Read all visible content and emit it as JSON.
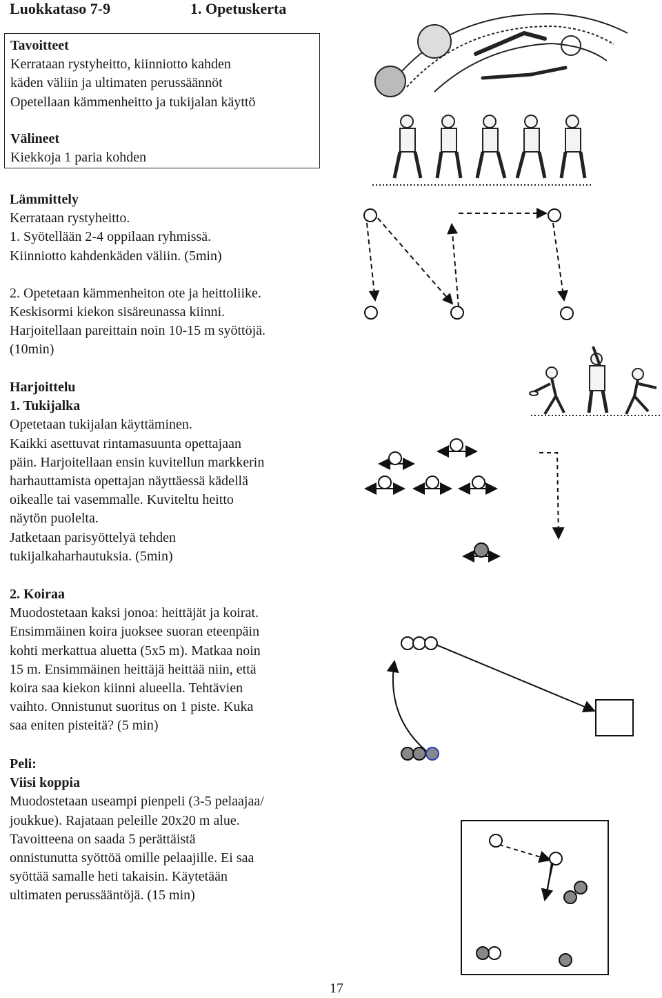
{
  "header": {
    "grade": "Luokkataso 7-9",
    "session": "1. Opetuskerta"
  },
  "goals_box": {
    "title": "Tavoitteet",
    "lines": [
      "Kerrataan rystyheitto, kiinniotto kahden",
      "käden väliin ja ultimaten perussäännöt",
      "Opetellaan kämmenheitto ja tukijalan käyttö"
    ],
    "equipment_title": "Välineet",
    "equipment": "Kiekkoja 1 paria kohden"
  },
  "warmup": {
    "title": "Lämmittely",
    "intro": "Kerrataan rystyheitto.",
    "part1": [
      "1. Syötellään 2-4 oppilaan ryhmissä.",
      "Kiinniotto kahdenkäden väliin. (5min)"
    ],
    "part2": [
      "2. Opetetaan kämmenheiton ote ja heittoliike.",
      "Keskisormi kiekon sisäreunassa kiinni.",
      "Harjoitellaan pareittain noin 10-15 m syöttöjä.",
      "(10min)"
    ]
  },
  "practice": {
    "title": "Harjoittelu",
    "drill1_title": "1. Tukijalka",
    "drill1_lines": [
      "Opetetaan tukijalan käyttäminen.",
      "Kaikki asettuvat rintamasuunta opettajaan",
      "päin. Harjoitellaan ensin kuvitellun markkerin",
      "harhauttamista opettajan näyttäessä kädellä",
      "oikealle tai vasemmalle. Kuviteltu heitto",
      "näytön puolelta.",
      "Jatketaan parisyöttelyä tehden",
      "tukijalkaharhautuksia. (5min)"
    ],
    "drill2_title": "2. Koiraa",
    "drill2_lines": [
      "Muodostetaan kaksi jonoa: heittäjät ja koirat.",
      "Ensimmäinen koira juoksee suoran eteenpäin",
      "kohti merkattua aluetta (5x5 m). Matkaa noin",
      "15 m. Ensimmäinen heittäjä heittää niin, että",
      "koira saa kiekon kiinni alueella. Tehtävien",
      "vaihto. Onnistunut suoritus on 1 piste. Kuka",
      "saa eniten pisteitä? (5 min)"
    ]
  },
  "game": {
    "label": "Peli:",
    "title": "Viisi koppia",
    "lines": [
      "Muodostetaan useampi pienpeli (3-5 pelaajaa/",
      "joukkue). Rajataan peleille 20x20 m alue.",
      "Tavoitteena on saada 5 perättäistä",
      "onnistunutta syöttöä omille pelaajille. Ei saa",
      "syöttää samalle heti takaisin. Käytetään",
      "ultimaten perussääntöjä. (15 min)"
    ]
  },
  "page_number": "17",
  "colors": {
    "player_fill": "#ffffff",
    "defender_fill": "#888888",
    "highlight_ring": "#2a3dbf",
    "line": "#111111"
  }
}
